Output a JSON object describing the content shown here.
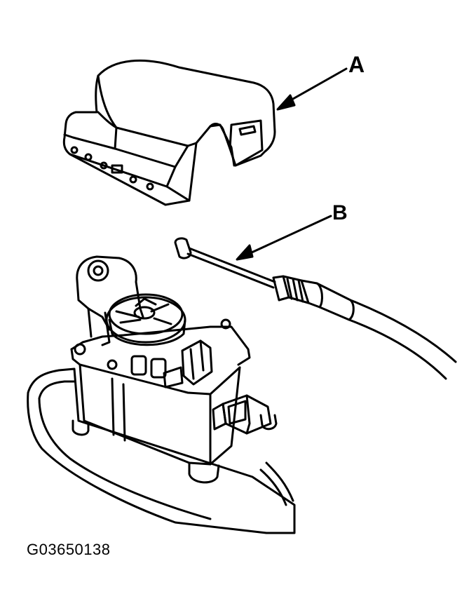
{
  "labels": {
    "a": "A",
    "b": "B"
  },
  "figure_code": "G03650138",
  "colors": {
    "line": "#000000",
    "background": "#ffffff"
  }
}
